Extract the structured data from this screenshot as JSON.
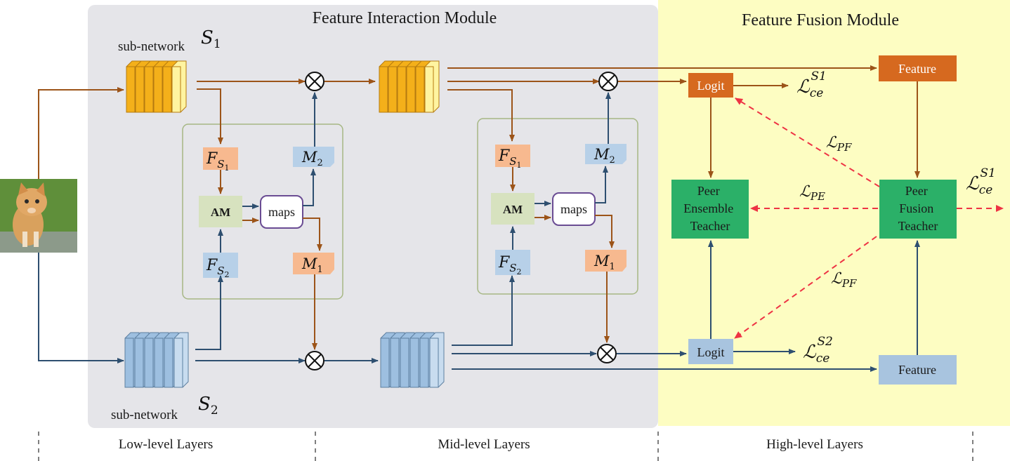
{
  "modules": {
    "interaction_title": "Feature Interaction Module",
    "fusion_title": "Feature Fusion Module"
  },
  "subnets": {
    "s1_label": "sub-network",
    "s1_symbol": "S",
    "s1_sub": "1",
    "s2_label": "sub-network",
    "s2_symbol": "S",
    "s2_sub": "2"
  },
  "attention_block": {
    "f_symbol": "F",
    "f_s": "S",
    "s1": "1",
    "s2": "2",
    "am_label": "AM",
    "maps_label": "maps",
    "m_symbol": "M",
    "m1_sub": "1",
    "m2_sub": "2"
  },
  "fusion": {
    "feature_top": "Feature",
    "feature_bottom": "Feature",
    "logit_top": "Logit",
    "logit_bottom": "Logit",
    "peer_ensemble": [
      "Peer",
      "Ensemble",
      "Teacher"
    ],
    "peer_fusion": [
      "Peer",
      "Fusion",
      "Teacher"
    ]
  },
  "losses": {
    "L": "ℒ",
    "ce": "ce",
    "s1_sup": "S1",
    "s2_sup": "S2",
    "pf": "PF",
    "pe": "PE"
  },
  "layers": {
    "low": "Low-level Layers",
    "mid": "Mid-level Layers",
    "high": "High-level Layers"
  },
  "colors": {
    "interaction_bg": "#e5e5e9",
    "fusion_bg": "#fdfdc2",
    "orange_arrow": "#9c5419",
    "blue_arrow": "#2e4f70",
    "red_dashed": "#ee3344",
    "peer_teacher": "#2bb068",
    "feature_top": "#d6691f",
    "feature_bottom": "#a8c4df",
    "f_s1_box": "#f7b98f",
    "f_s2_box": "#b7d0e8",
    "am_box": "#d7e2bf",
    "inner_frame": "#a6b784"
  },
  "icons": [
    "cat-photo",
    "multiply-circle-icon",
    "arrow-icon",
    "dashed-arrow-icon"
  ]
}
